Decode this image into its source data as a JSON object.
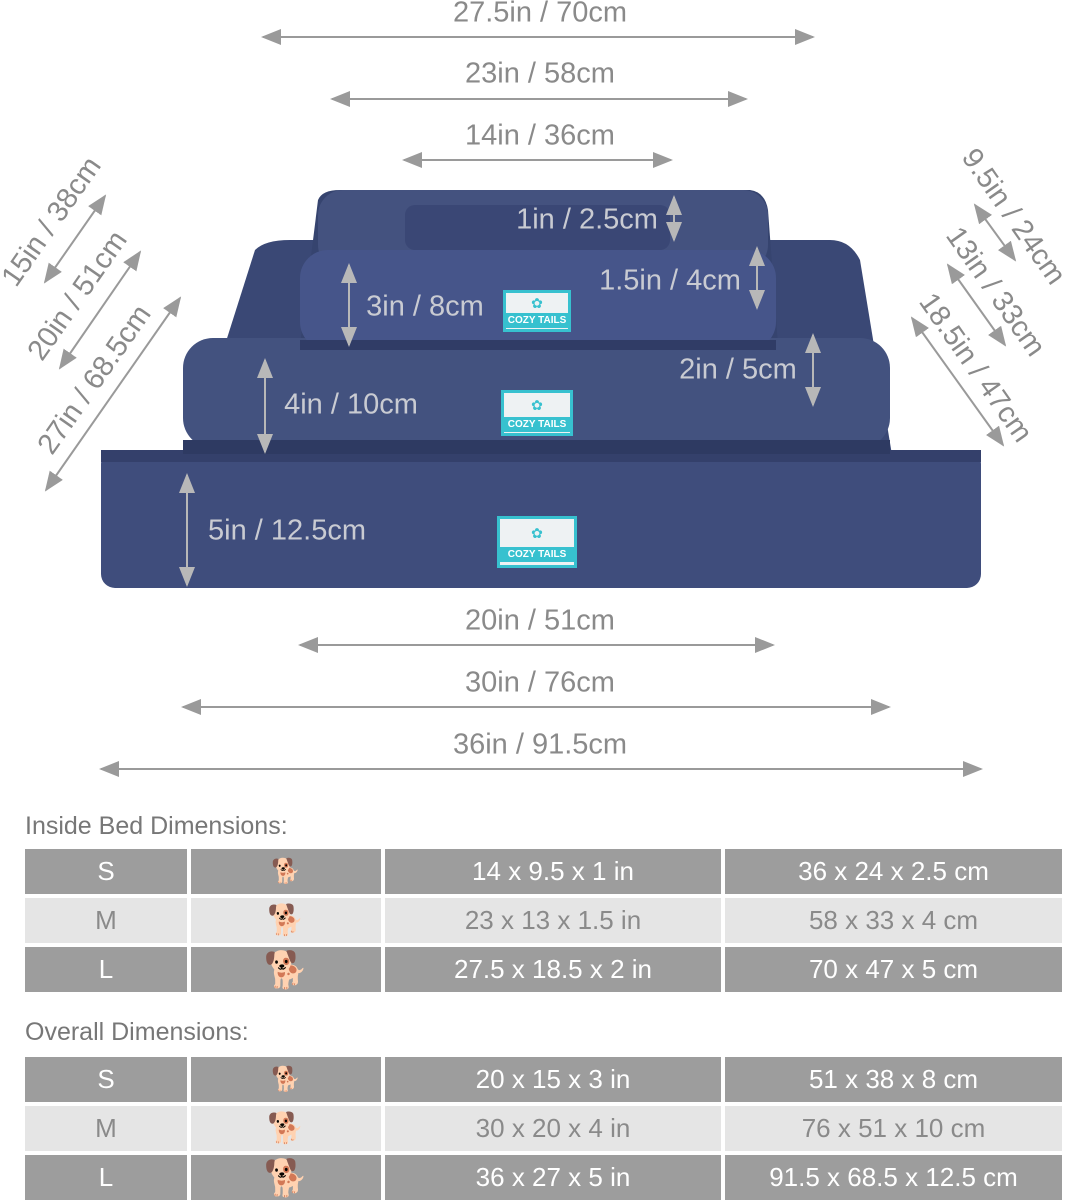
{
  "diagram": {
    "widths_top": [
      "27.5in / 70cm",
      "23in / 58cm",
      "14in / 36cm"
    ],
    "widths_bottom": [
      "20in / 51cm",
      "30in / 76cm",
      "36in / 91.5cm"
    ],
    "depths_left": [
      "15in / 38cm",
      "20in / 51cm",
      "27in / 68.5cm"
    ],
    "depths_right": [
      "9.5in / 24cm",
      "13in / 33cm",
      "18.5in / 47cm"
    ],
    "heights": {
      "small_inner": "1in / 2.5cm",
      "medium_inner": "1.5in / 4cm",
      "small_outer": "3in / 8cm",
      "large_inner": "2in / 5cm",
      "medium_outer": "4in / 10cm",
      "large_outer": "5in / 12.5cm"
    },
    "brand_label": "COZY TAILS",
    "bed_color": "#3f4d7c",
    "tag_color": "#37c1cf"
  },
  "inside_table": {
    "title": "Inside Bed Dimensions:",
    "rows": [
      {
        "size": "S",
        "icon": "small-dog-icon",
        "inches": "14 x 9.5 x 1 in",
        "cm": "36 x 24 x 2.5 cm"
      },
      {
        "size": "M",
        "icon": "medium-dog-icon",
        "inches": "23 x 13 x 1.5 in",
        "cm": "58 x 33 x 4 cm"
      },
      {
        "size": "L",
        "icon": "large-dog-icon",
        "inches": "27.5 x 18.5 x 2 in",
        "cm": "70 x 47 x 5 cm"
      }
    ]
  },
  "overall_table": {
    "title": "Overall Dimensions:",
    "rows": [
      {
        "size": "S",
        "icon": "small-dog-icon",
        "inches": "20 x 15 x 3 in",
        "cm": "51 x 38 x 8 cm"
      },
      {
        "size": "M",
        "icon": "medium-dog-icon",
        "inches": "30 x 20 x 4 in",
        "cm": "76 x 51 x 10 cm"
      },
      {
        "size": "L",
        "icon": "large-dog-icon",
        "inches": "36 x 27 x 5 in",
        "cm": "91.5 x 68.5 x 12.5 cm"
      }
    ]
  }
}
